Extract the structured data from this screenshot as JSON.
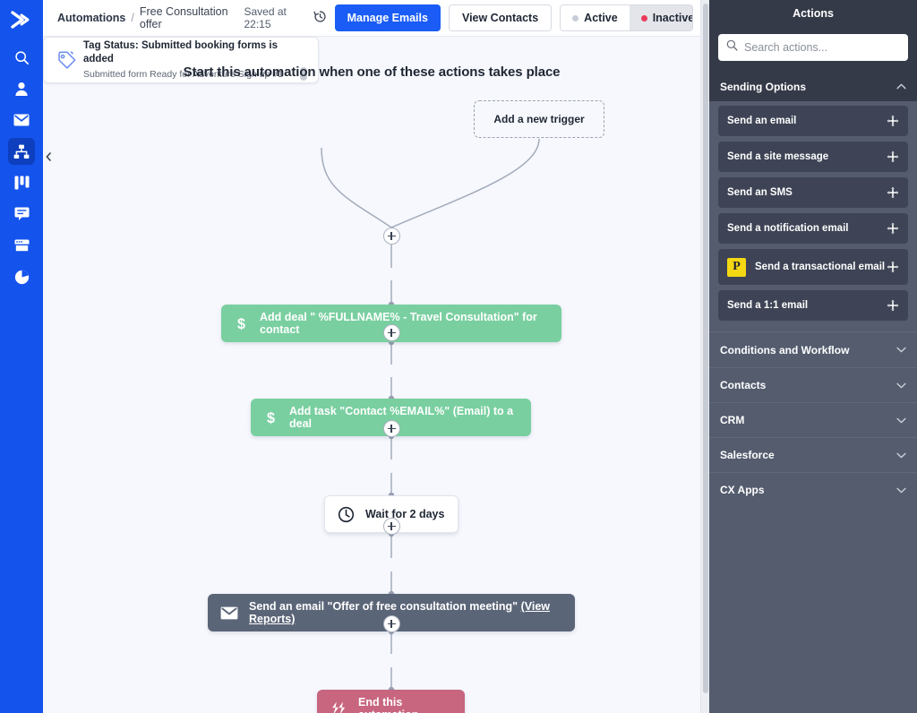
{
  "colors": {
    "brand_blue": "#1453ec",
    "primary_button": "#1a5cf5",
    "canvas_bg": "#f6f8fd",
    "panel_bg": "#545c6e",
    "panel_header_bg": "#353a48",
    "action_item_bg": "#3e4455",
    "green_step": "#79cfa0",
    "slate_step": "#5b6578",
    "red_step": "#c8657f",
    "active_dot": "#c8ccd6",
    "inactive_dot": "#eb3a5c",
    "postmark_badge": "#f5d814"
  },
  "sidebar": {
    "logo": "chevrons-right-logo",
    "items": [
      {
        "name": "search",
        "icon": "search-icon"
      },
      {
        "name": "contacts",
        "icon": "person-icon"
      },
      {
        "name": "campaigns",
        "icon": "envelope-icon"
      },
      {
        "name": "automations",
        "icon": "automations-sitemap-icon",
        "active": true
      },
      {
        "name": "deals",
        "icon": "kanban-columns-icon"
      },
      {
        "name": "conversations",
        "icon": "chat-bubble-icon"
      },
      {
        "name": "website-pages",
        "icon": "browser-window-icon"
      },
      {
        "name": "reports",
        "icon": "pie-chart-icon"
      }
    ],
    "collapse_tab": "collapse-sidebar-chevron-left"
  },
  "header": {
    "breadcrumb_root": "Automations",
    "breadcrumb_sep": "/",
    "breadcrumb_current": "Free Consultation offer",
    "saved_text": "Saved at 22:15",
    "history_icon": "clock-history-icon",
    "manage_emails_label": "Manage Emails",
    "view_contacts_label": "View Contacts",
    "status_toggle": {
      "active_label": "Active",
      "inactive_label": "Inactive",
      "selected": "Inactive"
    }
  },
  "canvas": {
    "title": "Start this automation when one of these actions takes place",
    "trigger": {
      "icon": "tag-icon",
      "title": "Tag Status: Submitted booking forms is added",
      "subtitle": "Submitted form Ready for Adventure Sign up #1",
      "pill": "options-pill"
    },
    "add_trigger_label": "Add a new trigger",
    "add_node_icon": "plus-icon",
    "steps": [
      {
        "label": "Add deal \" %FULLNAME% - Travel Consultation\" for contact",
        "icon": "dollar-deal-icon",
        "style": "green"
      },
      {
        "label": "Add task \"Contact %EMAIL%\" (Email) to a deal",
        "icon": "dollar-deal-icon",
        "style": "green"
      },
      {
        "label": "Wait for 2 days",
        "icon": "clock-icon",
        "style": "white"
      },
      {
        "label": "Send an email \"Offer of free consultation meeting\" ",
        "link_label": "(View Reports)",
        "icon": "envelope-icon",
        "style": "slate"
      },
      {
        "label": "End this automation",
        "icon": "end-automation-icon",
        "style": "red"
      }
    ]
  },
  "actions_panel": {
    "title": "Actions",
    "search_placeholder": "Search actions...",
    "search_value": "",
    "search_icon": "search-icon",
    "sections": [
      {
        "label": "Sending Options",
        "expanded": true,
        "chevron": "chevron-up-icon",
        "items": [
          {
            "label": "Send an email",
            "drag": "drag-move-icon"
          },
          {
            "label": "Send a site message",
            "drag": "drag-move-icon"
          },
          {
            "label": "Send an SMS",
            "drag": "drag-move-icon"
          },
          {
            "label": "Send a notification email",
            "drag": "drag-move-icon"
          },
          {
            "label": "Send a transactional email",
            "badge": "P",
            "drag": "drag-move-icon"
          },
          {
            "label": "Send a 1:1 email",
            "drag": "drag-move-icon"
          }
        ]
      },
      {
        "label": "Conditions and Workflow",
        "expanded": false,
        "chevron": "chevron-down-icon",
        "items": []
      },
      {
        "label": "Contacts",
        "expanded": false,
        "chevron": "chevron-down-icon",
        "items": []
      },
      {
        "label": "CRM",
        "expanded": false,
        "chevron": "chevron-down-icon",
        "items": []
      },
      {
        "label": "Salesforce",
        "expanded": false,
        "chevron": "chevron-down-icon",
        "items": []
      },
      {
        "label": "CX Apps",
        "expanded": false,
        "chevron": "chevron-down-icon",
        "items": []
      }
    ]
  }
}
